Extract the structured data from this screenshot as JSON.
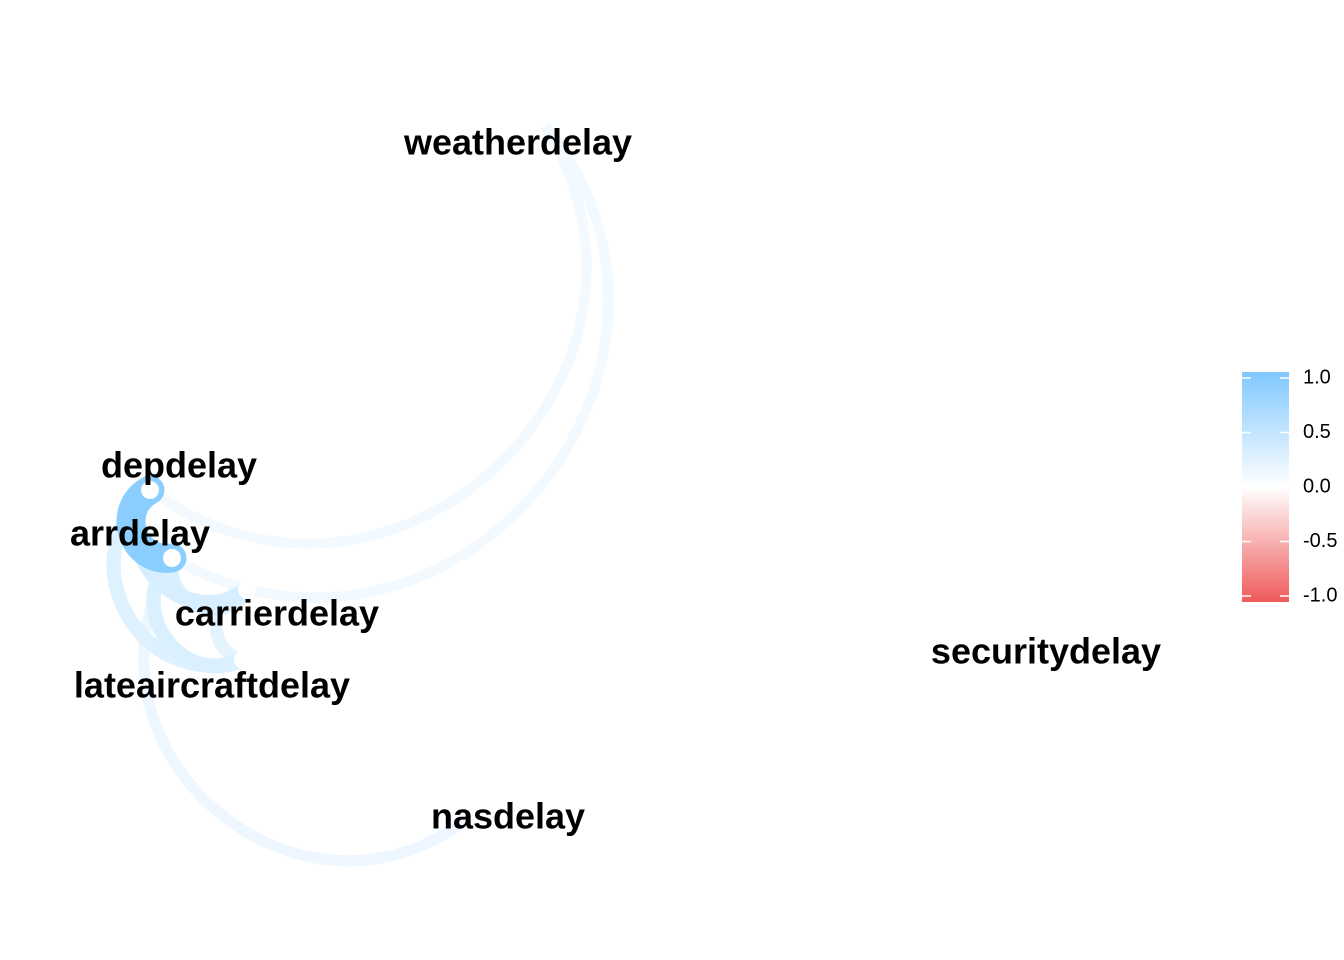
{
  "chart_data": {
    "type": "network",
    "title": "",
    "nodes": [
      "weatherdelay",
      "depdelay",
      "arrdelay",
      "carrierdelay",
      "lateaircraftdelay",
      "nasdelay",
      "securitydelay"
    ],
    "edges": [
      {
        "from": "depdelay",
        "to": "arrdelay",
        "value": 0.95
      },
      {
        "from": "depdelay",
        "to": "carrierdelay",
        "value": 0.32
      },
      {
        "from": "arrdelay",
        "to": "carrierdelay",
        "value": 0.3
      },
      {
        "from": "depdelay",
        "to": "lateaircraftdelay",
        "value": 0.28
      },
      {
        "from": "arrdelay",
        "to": "lateaircraftdelay",
        "value": 0.3
      },
      {
        "from": "carrierdelay",
        "to": "lateaircraftdelay",
        "value": 0.22
      },
      {
        "from": "depdelay",
        "to": "weatherdelay",
        "value": 0.1
      },
      {
        "from": "arrdelay",
        "to": "weatherdelay",
        "value": 0.1
      },
      {
        "from": "arrdelay",
        "to": "nasdelay",
        "value": 0.14
      }
    ],
    "legend": {
      "position": "right",
      "ticks": [
        "1.0",
        "0.5",
        "0.0",
        "-0.5",
        "-1.0"
      ],
      "range": [
        -1,
        1
      ],
      "colors": {
        "positive": "#80c8ff",
        "zero": "#ffffff",
        "negative": "#ef5a5a"
      }
    },
    "grid": false
  }
}
